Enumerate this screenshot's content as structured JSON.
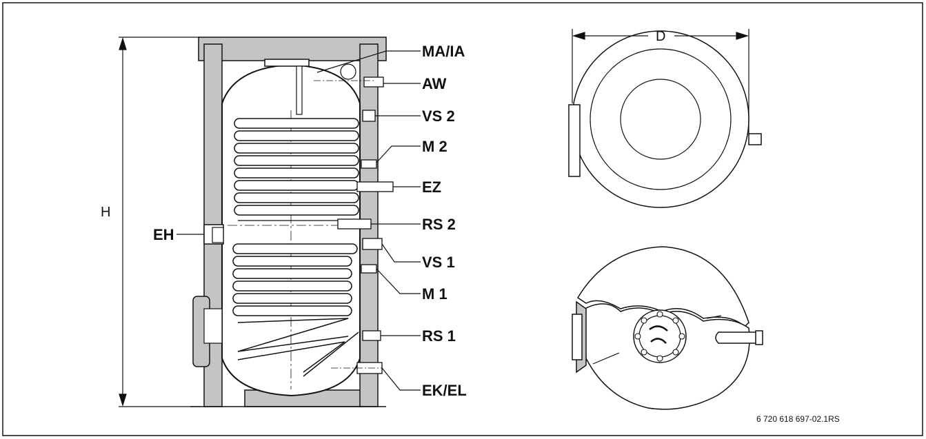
{
  "connections": {
    "ma_ia": "MA/IA",
    "aw": "AW",
    "vs2": "VS 2",
    "m2": "M 2",
    "ez": "EZ",
    "rs2": "RS 2",
    "vs1": "VS 1",
    "m1": "M 1",
    "rs1": "RS 1",
    "ek_el": "EK/EL",
    "eh": "EH"
  },
  "dimensions": {
    "height": "H",
    "diameter": "D"
  },
  "reference_number": "6 720 618 697-02.1RS",
  "colors": {
    "line": "#111111",
    "insulation": "#c4c4c4",
    "tank_fill": "#ffffff",
    "background": "#ffffff"
  }
}
